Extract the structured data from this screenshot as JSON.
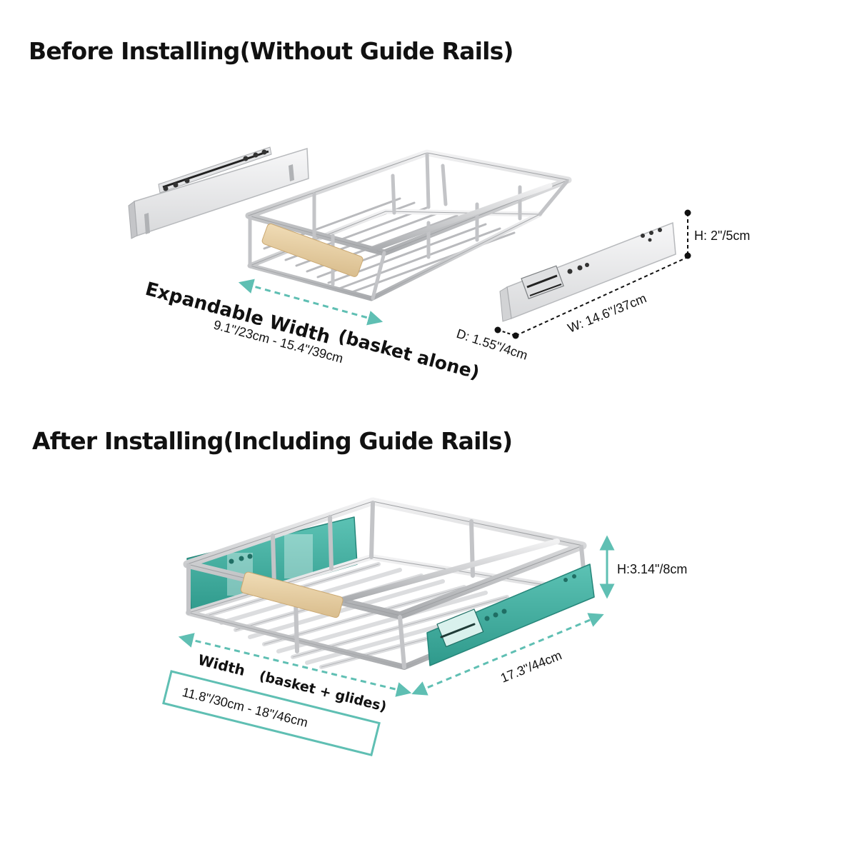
{
  "sections": {
    "before": {
      "title": "Before Installing(Without Guide Rails)",
      "width_title": "Expandable Width",
      "width_note": "(basket alone)",
      "width_range": "9.1\"/23cm - 15.4\"/39cm",
      "rail_height": "H: 2\"/5cm",
      "rail_width": "W: 14.6\"/37cm",
      "rail_depth": "D: 1.55\"/4cm"
    },
    "after": {
      "title": "After Installing(Including Guide Rails)",
      "width_title": "Width",
      "width_note": "(basket + glides)",
      "width_range": "11.8\"/30cm - 18\"/46cm",
      "height": "H:3.14\"/8cm",
      "depth": "17.3\"/44cm"
    }
  },
  "colors": {
    "accent_teal": "#5fbfb3",
    "rail_teal": "#3aa89a",
    "metal": "#c9cacc",
    "metal_dark": "#9a9c9f",
    "wood": "#e6cfa6",
    "dimension_dot": "#111111"
  },
  "icons": {
    "dimension_arrow": "double-headed-dashed-arrow",
    "dimension_endpoint": "dot-marker"
  }
}
